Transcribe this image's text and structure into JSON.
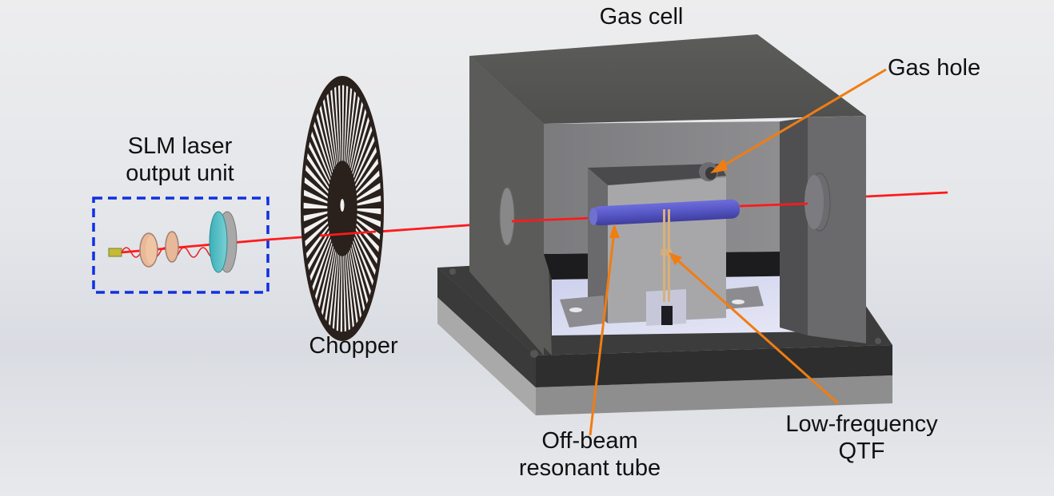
{
  "figure": {
    "subject": "Photoacoustic gas detection setup",
    "colors": {
      "laser_beam": "#ff1a1a",
      "leader_lines": "#f07d12",
      "dashed_box": "#1030e0",
      "cell_dark": "#565654",
      "cell_light": "#8a8a8c",
      "resonant_tube": "#5a5ac8",
      "qtf": "#d8b078",
      "base_black": "#2e2e2e",
      "base_grey": "#8c8c8c"
    }
  },
  "labels": {
    "slm_line1": "SLM laser",
    "slm_line2": "output unit",
    "chopper": "Chopper",
    "gas_cell": "Gas cell",
    "gas_hole": "Gas hole",
    "tube_line1": "Off-beam",
    "tube_line2": "resonant tube",
    "qtf_line1": "Low-frequency",
    "qtf_line2": "QTF"
  },
  "components": [
    {
      "id": "slm-laser-output-unit",
      "label_ref": "slm"
    },
    {
      "id": "chopper",
      "spokes": 60
    },
    {
      "id": "gas-cell"
    },
    {
      "id": "gas-hole"
    },
    {
      "id": "off-beam-resonant-tube"
    },
    {
      "id": "low-frequency-qtf"
    }
  ]
}
